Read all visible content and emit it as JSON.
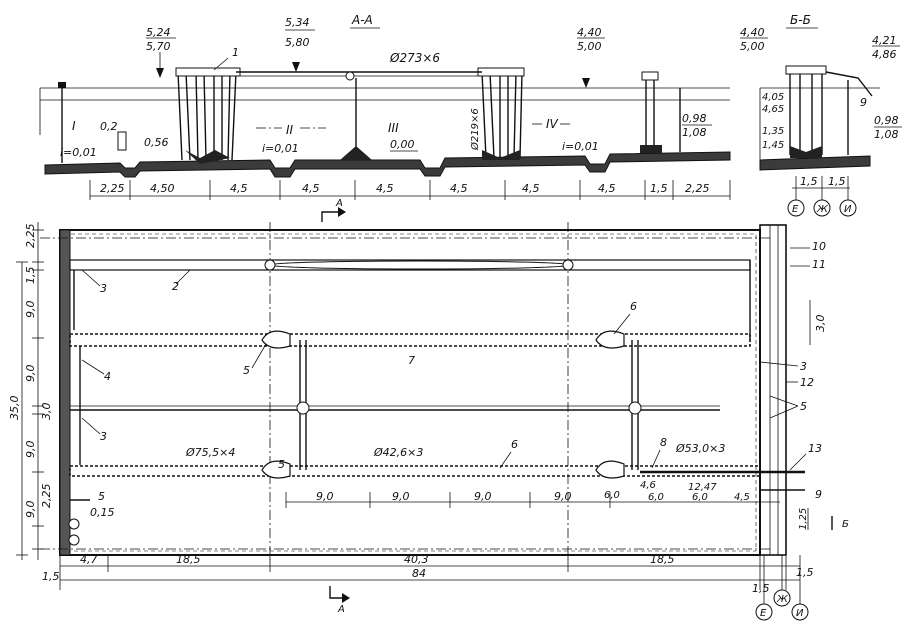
{
  "section_aa": {
    "title": "А-А",
    "levels": {
      "left_top": "5,24",
      "left_bot": "5,70",
      "mid_top": "5,34",
      "mid_bot": "5,80",
      "right_top": "4,40",
      "right_bot": "5,00",
      "far_right_top": "0,98",
      "far_right_bot": "1,08",
      "floor": "0,00"
    },
    "pipe_main": "Ø273×6",
    "pipe_vertical": "Ø219×6",
    "zones": [
      "I",
      "II",
      "III",
      "IV"
    ],
    "slopes": [
      "i=0,01",
      "i=0,01",
      "i=0,01"
    ],
    "small_dims": [
      "0,2",
      "0,56"
    ],
    "callout_1": "1",
    "bottom_dims": [
      "2,25",
      "4,50",
      "4,5",
      "4,5",
      "4,5",
      "4,5",
      "4,5",
      "4,5",
      "1,5",
      "2,25"
    ]
  },
  "section_bb": {
    "title": "Б-Б",
    "levels": [
      "4,40",
      "5,00",
      "4,05",
      "4,65",
      "1,35",
      "1,45",
      "4,21",
      "4,86",
      "0,98",
      "1,08"
    ],
    "callout_9": "9",
    "bottom_dims": [
      "1,5",
      "1,5"
    ],
    "axes": [
      "Е",
      "Ж",
      "И"
    ]
  },
  "plan": {
    "cut_a": "А",
    "cut_b": "Б",
    "left_dims": [
      "2,25",
      "1,5",
      "9,0",
      "9,0",
      "3,0",
      "9,0",
      "9,0",
      "2,25",
      "0,15",
      "35,0"
    ],
    "right_dims": [
      "3,0",
      "1,25"
    ],
    "callouts": [
      "2",
      "3",
      "3",
      "4",
      "5",
      "5",
      "5",
      "6",
      "6",
      "7",
      "8",
      "9",
      "10",
      "11",
      "3",
      "12",
      "13",
      "5"
    ],
    "pipe_labels": [
      "Ø75,5×4",
      "Ø42,6×3",
      "Ø53,0×3"
    ],
    "inner_dims": [
      "9,0",
      "9,0",
      "9,0",
      "9,0",
      "6,0",
      "4,6",
      "6,0",
      "12,47",
      "6,0",
      "4,5"
    ],
    "bottom_dims": [
      "4,7",
      "18,5",
      "40,3",
      "18,5",
      "1,5",
      "84",
      "1,5",
      "1,5"
    ],
    "axes": [
      "Е",
      "Ж",
      "И"
    ]
  }
}
